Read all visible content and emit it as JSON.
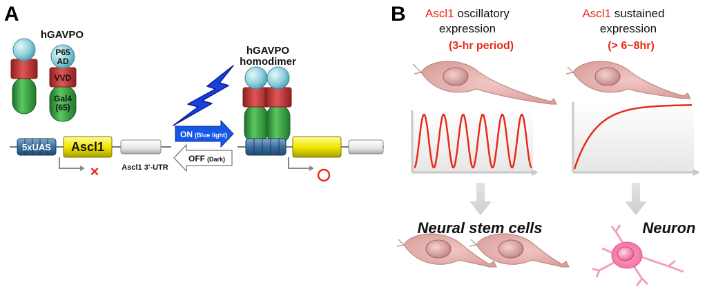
{
  "panelA": {
    "letter": "A",
    "construct_label": "hGAVPO",
    "domains": {
      "p65_line1": "P65",
      "p65_line2": "AD",
      "vvd": "VVD",
      "gal4_line1": "Gal4",
      "gal4_line2": "(65)"
    },
    "dimer_line1": "hGAVPO",
    "dimer_line2": "homodimer",
    "uas": "5xUAS",
    "gene": "Ascl1",
    "utr": "Ascl1 3'-UTR",
    "on_main": "ON",
    "on_sub": "(Blue light)",
    "off_main": "OFF",
    "off_sub": "(Dark)",
    "off_state_mark": "×"
  },
  "panelB": {
    "letter": "B",
    "left_title_gene": "Ascl1",
    "left_title_rest": " oscillatory",
    "left_title_line2": "expression",
    "left_period": "(3-hr period)",
    "right_title_gene": "Ascl1",
    "right_title_rest": " sustained",
    "right_title_line2": "expression",
    "right_period": "(> 6~8hr)",
    "left_outcome": "Neural stem cells",
    "right_outcome": "Neuron"
  },
  "chart_data": [
    {
      "type": "line",
      "name": "oscillatory",
      "title": "",
      "cycles": 6,
      "note": "repeated peaks, 3-hr period"
    },
    {
      "type": "line",
      "name": "sustained",
      "title": "",
      "shape": "saturating rise to plateau"
    }
  ],
  "colors": {
    "accent_red": "#e8291c",
    "gal4_green": "#2f9a3a",
    "vvd_red": "#cc3b3b",
    "p65_cyan": "#8fd0dc",
    "uas_blue": "#3b6f9e",
    "gene_yellow": "#f0e800",
    "on_blue": "#1757e6",
    "bolt_blue": "#1a3ee0",
    "cell_pink": "#e7b3b3"
  }
}
